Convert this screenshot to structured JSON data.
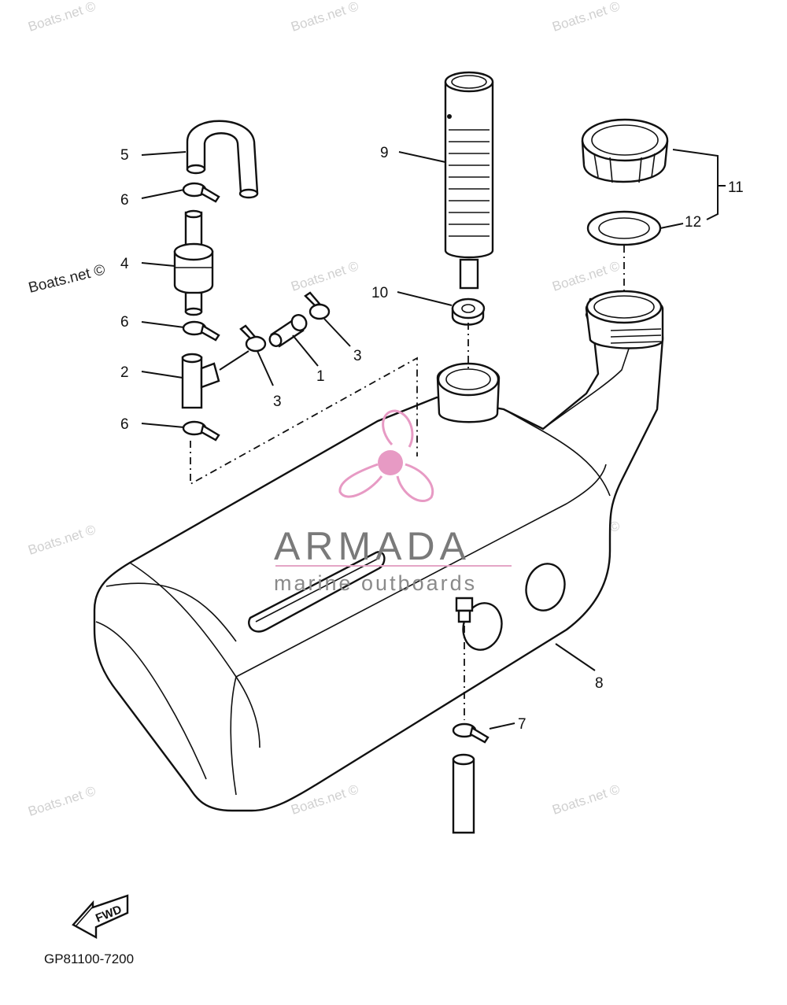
{
  "watermark": {
    "text": "Boats.net ©"
  },
  "brand": {
    "name": "ARMADA",
    "tagline": "marine outboards",
    "logo_color": "#e79ac4",
    "line_color": "#e4a6c6"
  },
  "diagram": {
    "code": "GP81100-7200",
    "fwd_label": "FWD"
  },
  "callouts": [
    {
      "id": "1",
      "label": "1"
    },
    {
      "id": "2",
      "label": "2"
    },
    {
      "id": "3a",
      "label": "3"
    },
    {
      "id": "3b",
      "label": "3"
    },
    {
      "id": "4",
      "label": "4"
    },
    {
      "id": "5",
      "label": "5"
    },
    {
      "id": "6a",
      "label": "6"
    },
    {
      "id": "6b",
      "label": "6"
    },
    {
      "id": "6c",
      "label": "6"
    },
    {
      "id": "7",
      "label": "7"
    },
    {
      "id": "8",
      "label": "8"
    },
    {
      "id": "9",
      "label": "9"
    },
    {
      "id": "10",
      "label": "10"
    },
    {
      "id": "11",
      "label": "11"
    },
    {
      "id": "12",
      "label": "12"
    }
  ]
}
